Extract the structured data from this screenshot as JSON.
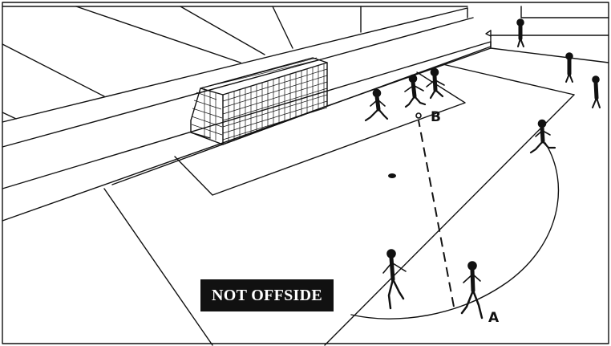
{
  "caption": "NOT OFFSIDE",
  "labels": {
    "player_a": "A",
    "player_b": "B"
  },
  "colors": {
    "ink": "#111111",
    "paper": "#ffffff",
    "caption_bg": "#111111",
    "caption_text": "#ffffff"
  }
}
